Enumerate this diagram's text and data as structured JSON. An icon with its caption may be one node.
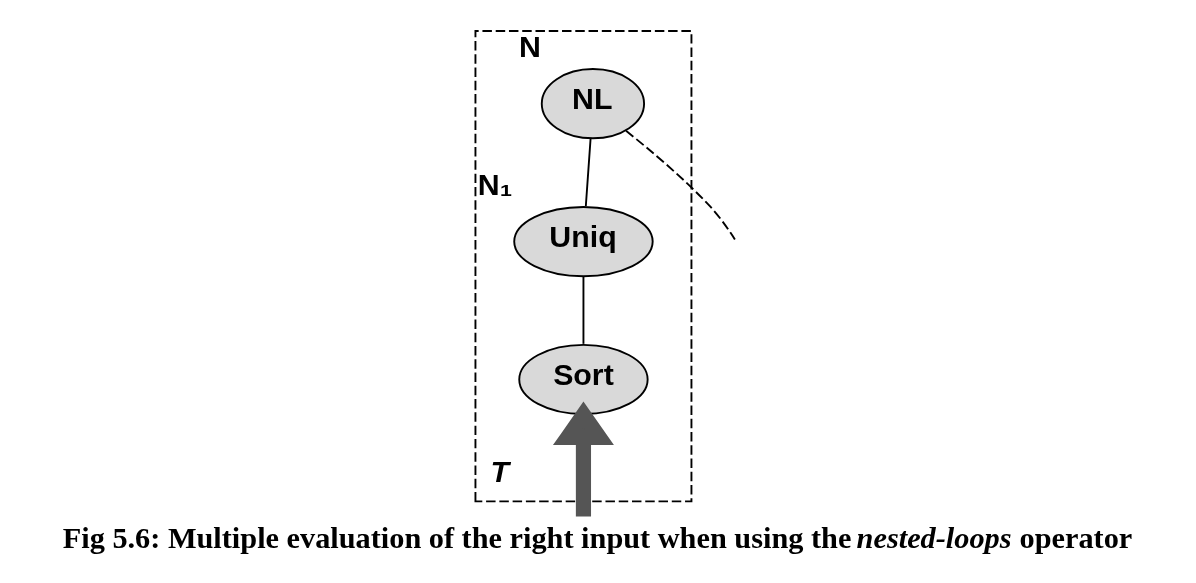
{
  "diagram": {
    "caption": "Fig 5.6: Multiple evaluation of the right input when using the *nested-loops* operator",
    "nodes": [
      {
        "text": [
          "T"
        ]
      },
      {
        "text": [
          "NL"
        ],
        "beside": [
          "N"
        ],
        "in": 0
      },
      {
        "text": [
          "Uniq"
        ],
        "beside": [
          "N₁"
        ],
        "in": 0
      },
      {
        "text": [
          "Sort"
        ],
        "in": 0
      }
    ],
    "edges": [
      {
        "from": 1,
        "to": 2,
        "arrow": "none"
      },
      {
        "from": 1,
        "to": null,
        "arrow": "none",
        "style": "dashed"
      },
      {
        "from": 2,
        "to": 3,
        "arrow": "none"
      },
      {
        "from": null,
        "to": 3,
        "arrow": "to",
        "style": "thick",
        "color": "#555555"
      }
    ]
  }
}
